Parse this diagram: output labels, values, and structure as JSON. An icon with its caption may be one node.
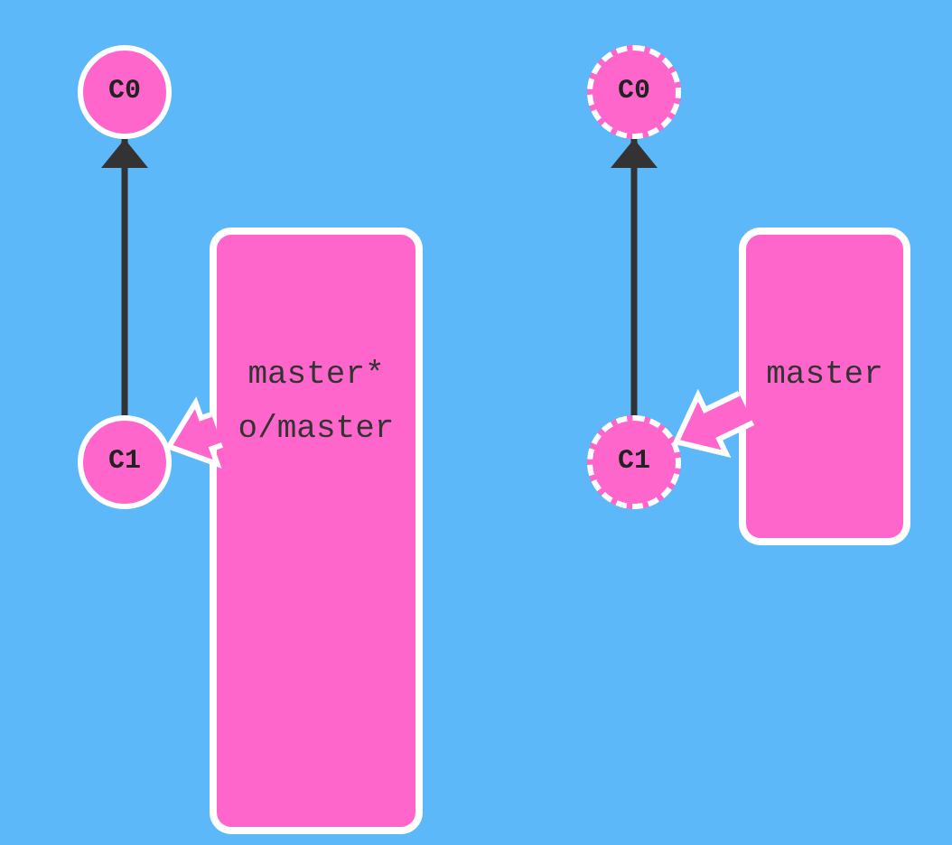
{
  "diagram": {
    "nodes": [
      {
        "text": [
          "C0"
        ]
      },
      {
        "text": [
          "C1"
        ]
      },
      {
        "text": [
          "master*",
          "o/master"
        ]
      },
      {
        "text": [
          "C0"
        ]
      },
      {
        "text": [
          "C1"
        ]
      },
      {
        "text": [
          "master"
        ]
      }
    ],
    "edges": [
      {
        "from": 1,
        "to": 0,
        "arrow": "to"
      },
      {
        "from": 2,
        "to": 1,
        "arrow": "to",
        "style": "thick",
        "color": "#ff66cc"
      },
      {
        "from": 4,
        "to": 3,
        "arrow": "to"
      },
      {
        "from": 5,
        "to": 4,
        "arrow": "to",
        "style": "thick",
        "color": "#ff66cc"
      }
    ]
  }
}
